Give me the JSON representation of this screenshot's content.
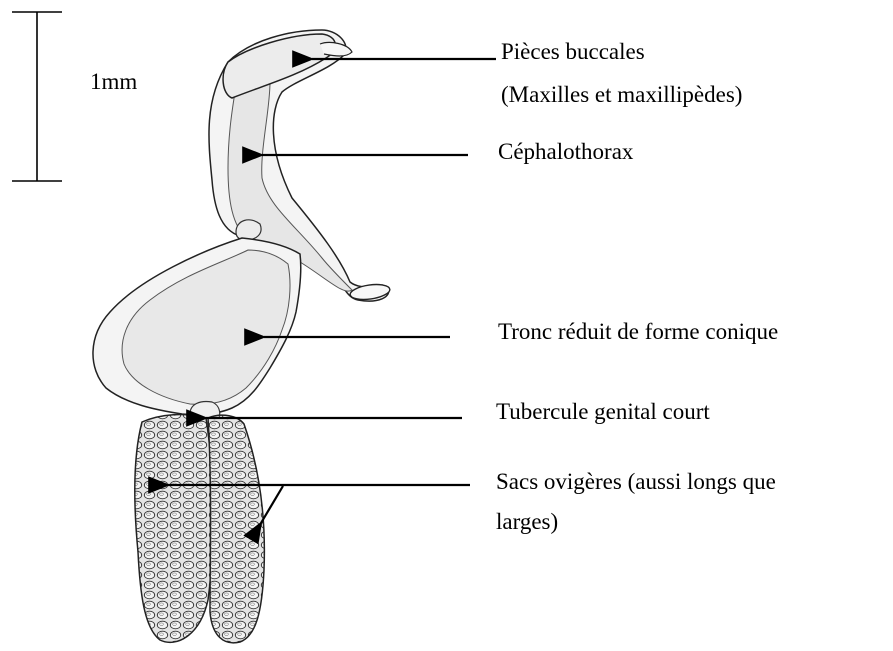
{
  "scale_bar": {
    "label": "1mm"
  },
  "labels": {
    "pieces_line1": "Pièces buccales",
    "pieces_line2": "(Maxilles et maxillipèdes)",
    "cephalothorax": "Céphalothorax",
    "tronc": "Tronc réduit de forme conique",
    "tubercule": "Tubercule genital court",
    "sacs_line1": "Sacs ovigères (aussi longs que",
    "sacs_line2": "larges)"
  },
  "colors": {
    "ink": "#000000",
    "body_fill": "#e9e9e9",
    "egg_fill": "#dcdcdc"
  }
}
